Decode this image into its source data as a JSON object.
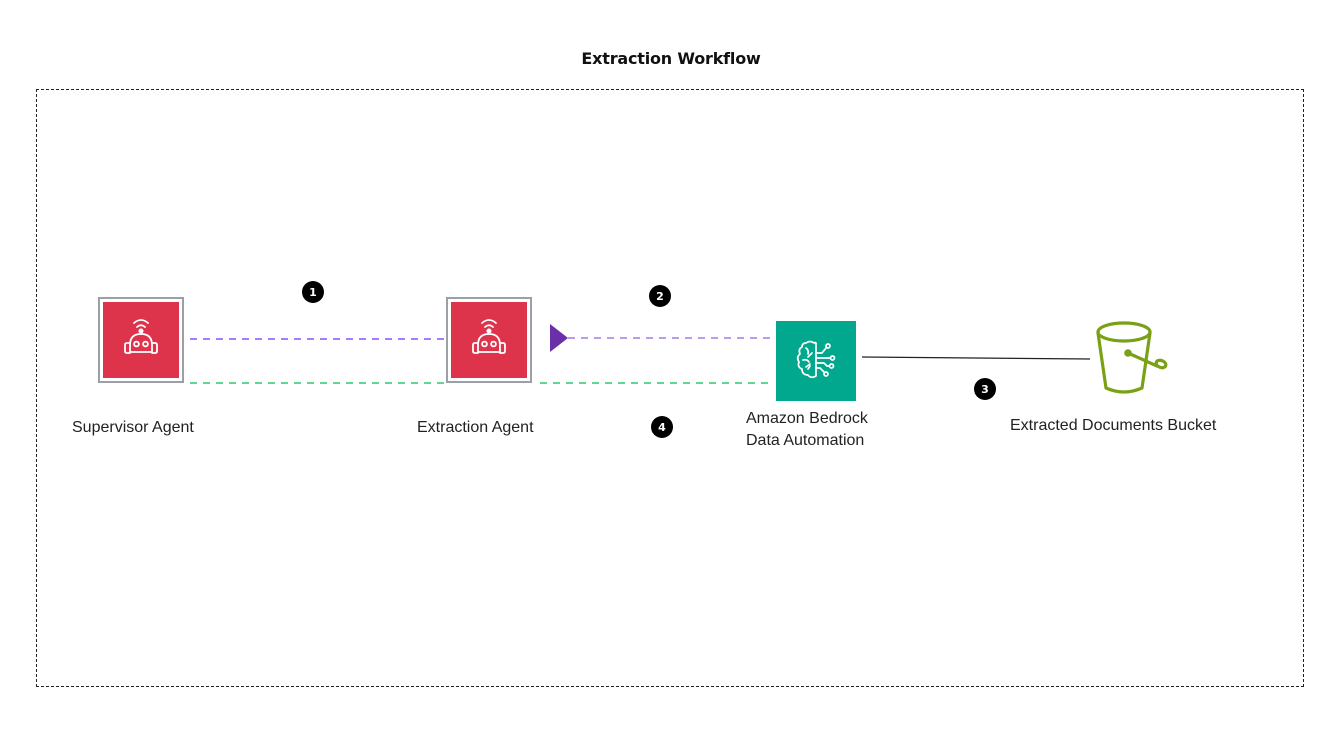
{
  "diagram": {
    "title": "Extraction Workflow",
    "nodes": {
      "supervisor_agent": {
        "label": "Supervisor Agent",
        "icon": "robot-agent-icon",
        "color": "#dd344c"
      },
      "extraction_agent": {
        "label": "Extraction Agent",
        "icon": "robot-agent-icon",
        "color": "#dd344c"
      },
      "bedrock_data_automation": {
        "label_line1": "Amazon Bedrock",
        "label_line2": "Data Automation",
        "icon": "brain-circuit-icon",
        "color": "#01a88d"
      },
      "documents_bucket": {
        "label": "Extracted Documents Bucket",
        "icon": "s3-bucket-icon",
        "color": "#7aa116"
      }
    },
    "steps": {
      "step1": "1",
      "step2": "2",
      "step3": "3",
      "step4": "4"
    },
    "edges": [
      {
        "from": "supervisor_agent",
        "to": "extraction_agent",
        "style": "dashed",
        "color": "#8c4fff",
        "step": "1"
      },
      {
        "from": "extraction_agent",
        "to": "bedrock_data_automation",
        "style": "dashed",
        "color": "#8c4fff",
        "step": "2",
        "arrow": "triangle-start",
        "arrow_color": "#6b2fa8"
      },
      {
        "from": "bedrock_data_automation",
        "to": "documents_bucket",
        "style": "solid",
        "color": "#222222",
        "step": "3"
      },
      {
        "from": "bedrock_data_automation",
        "to": "supervisor_agent",
        "style": "dashed",
        "color": "#1fc46b",
        "step": "4"
      }
    ]
  }
}
